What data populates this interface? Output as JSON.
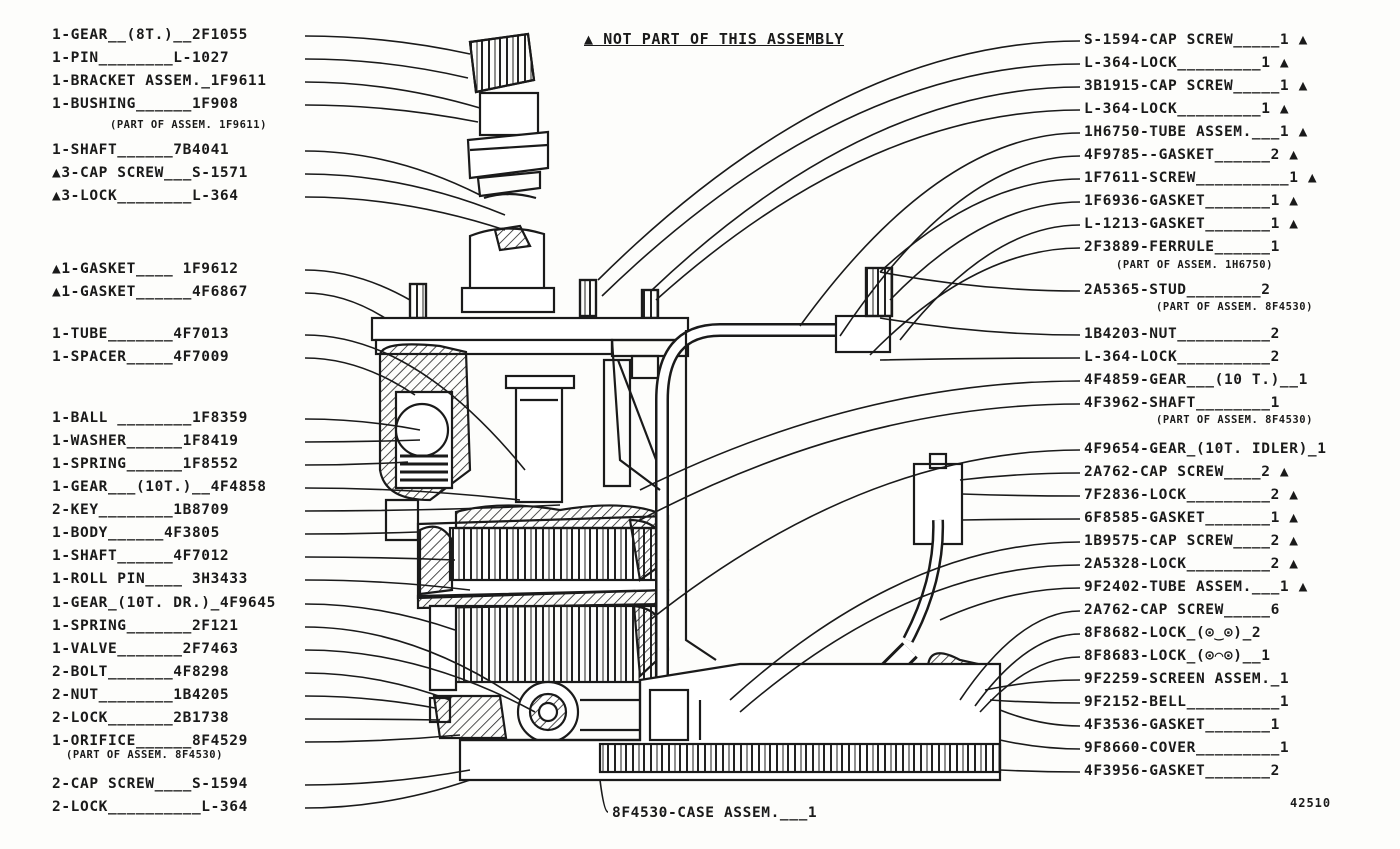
{
  "header": {
    "note": "▲ NOT PART OF THIS ASSEMBLY",
    "figure_number": "42510"
  },
  "left_labels": [
    "1-GEAR__(8T.)__2F1055",
    "1-PIN________L-1027",
    "1-BRACKET ASSEM._1F9611",
    "1-BUSHING______1F908",
    "1-SHAFT______7B4041",
    "▲3-CAP SCREW___S-1571",
    "▲3-LOCK________L-364",
    "▲1-GASKET____ 1F9612",
    "▲1-GASKET______4F6867",
    "1-TUBE_______4F7013",
    "1-SPACER_____4F7009",
    "1-BALL ________1F8359",
    "1-WASHER______1F8419",
    "1-SPRING______1F8552",
    "1-GEAR___(10T.)__4F4858",
    "2-KEY________1B8709",
    "1-BODY______4F3805",
    "1-SHAFT______4F7012",
    "1-ROLL PIN____ 3H3433",
    "1-GEAR_(10T. DR.)_4F9645",
    "1-SPRING_______2F121",
    "1-VALVE_______2F7463",
    "2-BOLT_______4F8298",
    "2-NUT________1B4205",
    "2-LOCK_______2B1738",
    "1-ORIFICE______8F4529",
    "2-CAP SCREW____S-1594",
    "2-LOCK__________L-364"
  ],
  "left_sublabels": [
    "(PART OF ASSEM. 1F9611)",
    "(PART OF ASSEM. 8F4530)"
  ],
  "right_labels": [
    "S-1594-CAP SCREW_____1 ▲",
    "L-364-LOCK_________1 ▲",
    "3B1915-CAP SCREW_____1 ▲",
    "L-364-LOCK_________1 ▲",
    "1H6750-TUBE ASSEM.___1 ▲",
    "4F9785--GASKET______2 ▲",
    "1F7611-SCREW__________1 ▲",
    "1F6936-GASKET_______1 ▲",
    "L-1213-GASKET_______1 ▲",
    "2F3889-FERRULE______1",
    "2A5365-STUD________2",
    "1B4203-NUT__________2",
    "L-364-LOCK__________2",
    "4F4859-GEAR___(10 T.)__1",
    "4F3962-SHAFT________1",
    "4F9654-GEAR_(10T. IDLER)_1",
    "2A762-CAP SCREW____2 ▲",
    "7F2836-LOCK_________2 ▲",
    "6F8585-GASKET_______1 ▲",
    "1B9575-CAP SCREW____2 ▲",
    "2A5328-LOCK_________2 ▲",
    "9F2402-TUBE ASSEM.___1 ▲",
    "2A762-CAP SCREW_____6",
    "8F8682-LOCK_(⊙‿⊙)_2",
    "8F8683-LOCK_(⊙⌒⊙)__1",
    "9F2259-SCREEN ASSEM._1",
    "9F2152-BELL__________1",
    "4F3536-GASKET_______1",
    "9F8660-COVER_________1",
    "4F3956-GASKET_______2"
  ],
  "right_sublabels": [
    "(PART OF ASSEM. 1H6750)",
    "(PART OF ASSEM. 8F4530)",
    "(PART OF ASSEM. 8F4530)"
  ],
  "bottom_label": "8F4530-CASE ASSEM.___1"
}
